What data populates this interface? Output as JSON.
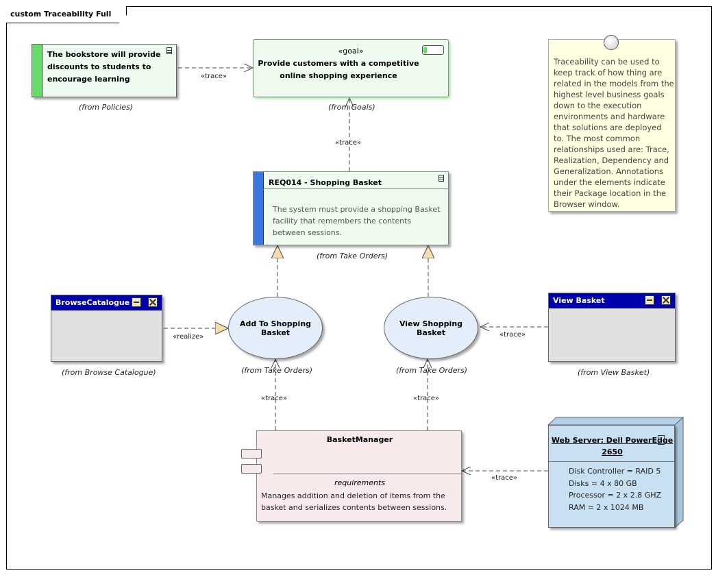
{
  "diagram": {
    "title": "custom Traceability Full"
  },
  "elements": {
    "policy": {
      "text": "The bookstore will provide discounts to students to encourage learning",
      "from": "(from Policies)"
    },
    "goal": {
      "stereotype": "«goal»",
      "text": "Provide customers with a competitive online shopping experience",
      "from": "(from Goals)"
    },
    "note": {
      "text": "Traceability can be used to keep track of how thing are related in the models from the highest level business goals down to the execution environments and hardware that solutions are deployed to. The most common relationships used are: Trace, Realization, Dependency and Generalization. Annotations under the elements indicate their Package location in the Browser window."
    },
    "requirement": {
      "title": "REQ014 - Shopping Basket",
      "description": "The system must provide a shopping Basket facility that remembers the contents between sessions.",
      "from": "(from Take Orders)"
    },
    "browse_catalogue": {
      "title": "BrowseCatalogue",
      "from": "(from Browse Catalogue)"
    },
    "view_basket": {
      "title": "View Basket",
      "from": "(from View Basket)"
    },
    "usecase_add": {
      "label": "Add To Shopping Basket",
      "from": "(from Take Orders)"
    },
    "usecase_view": {
      "label": "View Shopping Basket",
      "from": "(from Take Orders)"
    },
    "component": {
      "name": "BasketManager",
      "section": "requirements",
      "text": "Manages addition and deletion of items from the basket and serializes contents between sessions."
    },
    "node": {
      "name": "Web Server: Dell PowerEdge 2650",
      "attributes": [
        "Disk Controller = RAID 5",
        "Disks = 4 x 80 GB",
        "Processor = 2 x 2.8 GHZ",
        "RAM = 2 x 1024 MB"
      ]
    }
  },
  "connectors": {
    "policy_goal": "«trace»",
    "req_goal": "«trace»",
    "browse_add": "«realize»",
    "viewbasket_viewuc": "«trace»",
    "comp_add": "«trace»",
    "comp_view": "«trace»",
    "node_comp": "«trace»"
  },
  "colors": {
    "policy_bar": "#66dd66",
    "requirement_bar": "#3a78e0",
    "boundary_header": "#0000aa",
    "usecase_fill": "#e4eefb",
    "component_fill": "#f8eaea",
    "node_fill": "#c8e0f2",
    "note_fill": "#ffffe1"
  }
}
